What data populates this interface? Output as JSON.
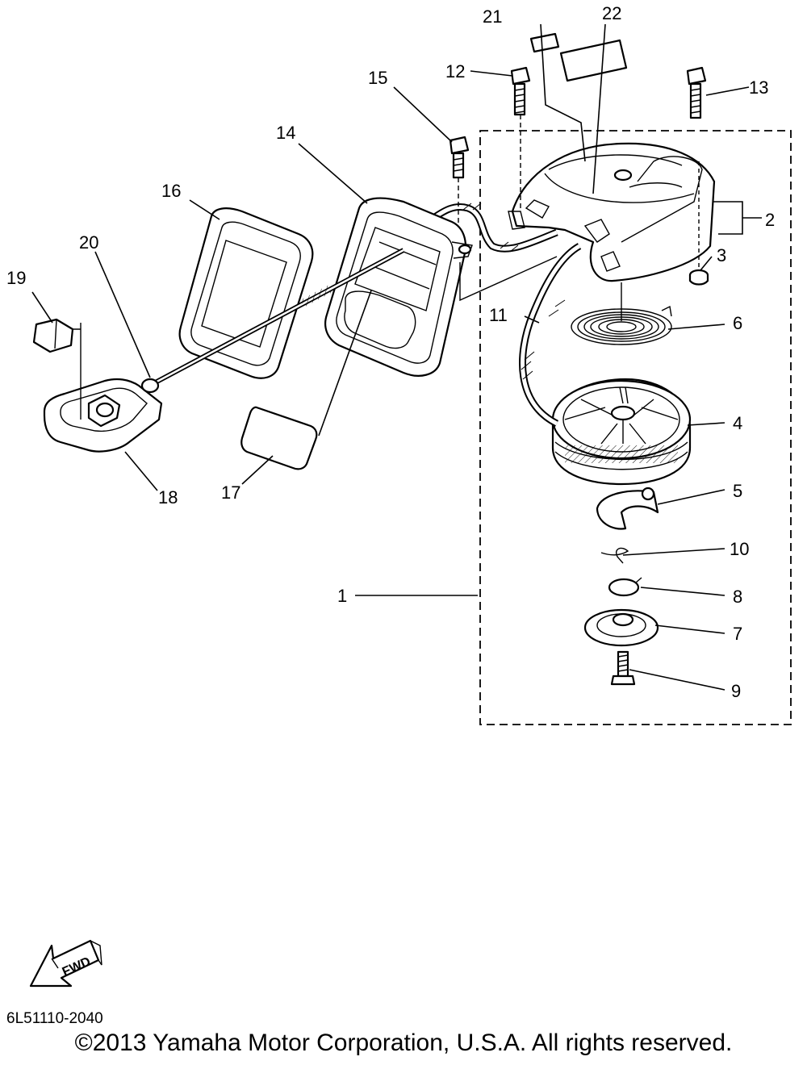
{
  "diagram": {
    "callouts": [
      "1",
      "2",
      "3",
      "4",
      "5",
      "6",
      "7",
      "8",
      "9",
      "10",
      "11",
      "12",
      "13",
      "14",
      "15",
      "16",
      "17",
      "18",
      "19",
      "20",
      "21",
      "22"
    ],
    "fwd_label": "FWD",
    "diagram_code": "6L51110-2040",
    "copyright": "©2013 Yamaha Motor Corporation, U.S.A. All rights reserved."
  }
}
